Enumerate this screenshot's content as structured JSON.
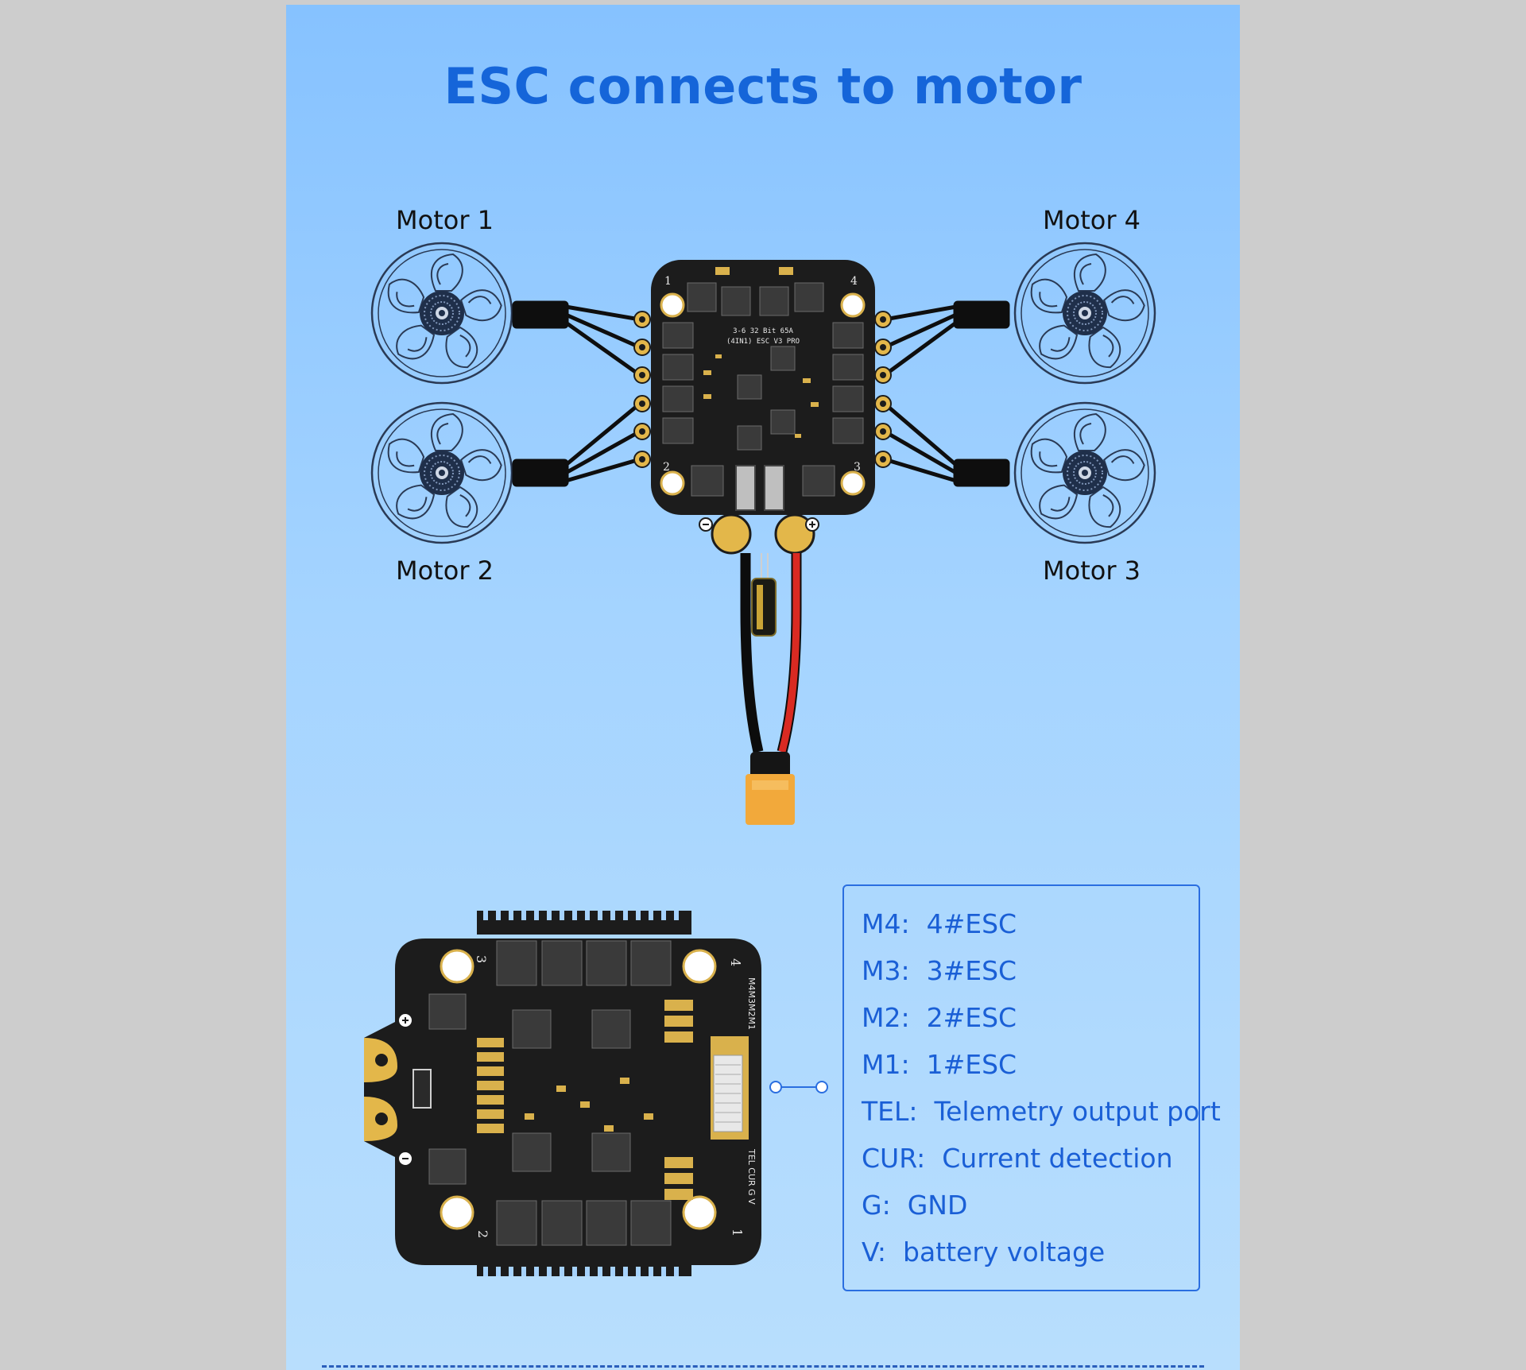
{
  "title": "ESC connects to motor",
  "motors": {
    "motor1": "Motor 1",
    "motor2": "Motor 2",
    "motor3": "Motor 3",
    "motor4": "Motor 4"
  },
  "board_top": {
    "silk_line1": "3-6  32  Bit  65A",
    "silk_line2": "(4IN1)  ESC  V3  PRO",
    "corner_1": "1",
    "corner_2": "2",
    "corner_3": "3",
    "corner_4": "4"
  },
  "board_bottom": {
    "label_top": "M4M3M2M1",
    "label_bottom": "TEL CUR G V",
    "corner_1": "1",
    "corner_2": "2",
    "corner_3": "3",
    "corner_4": "4"
  },
  "legend": [
    {
      "key": "M4",
      "sep": ":",
      "value": "4#ESC"
    },
    {
      "key": "M3",
      "sep": ":",
      "value": "3#ESC"
    },
    {
      "key": "M2",
      "sep": ":",
      "value": "2#ESC"
    },
    {
      "key": "M1",
      "sep": ":",
      "value": "1#ESC"
    },
    {
      "key": "TEL",
      "sep": ":",
      "value": "Telemetry output port"
    },
    {
      "key": "CUR",
      "sep": ":",
      "value": "Current detection"
    },
    {
      "key": "G",
      "sep": ":",
      "value": "GND"
    },
    {
      "key": "V",
      "sep": ":",
      "value": "battery voltage"
    }
  ],
  "colors": {
    "title": "#1565d9",
    "legend_text": "#1a5fd6",
    "board": "#1c1c1c",
    "gold": "#e3b74a",
    "xt60": "#f2a93b",
    "red_wire": "#d92a22"
  }
}
